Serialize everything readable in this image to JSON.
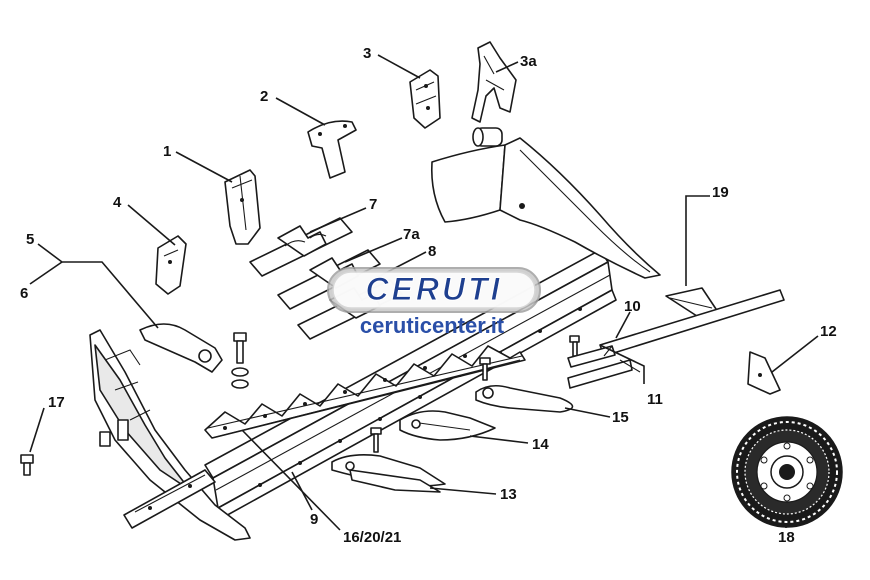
{
  "labels": {
    "l1": "1",
    "l2": "2",
    "l3": "3",
    "l3a": "3a",
    "l4": "4",
    "l5": "5",
    "l6": "6",
    "l7": "7",
    "l7a": "7a",
    "l8": "8",
    "l9": "9",
    "l10": "10",
    "l11": "11",
    "l12": "12",
    "l13": "13",
    "l14": "14",
    "l15": "15",
    "l16": "16/20/21",
    "l17": "17",
    "l18": "18",
    "l19": "19"
  },
  "watermark": {
    "brand": "CERUTI",
    "site": "ceruticenter.it",
    "brand_color": "#1e3f8f",
    "site_color": "#2a4fa8"
  },
  "colors": {
    "line": "#1a1a1a",
    "background": "#ffffff"
  }
}
